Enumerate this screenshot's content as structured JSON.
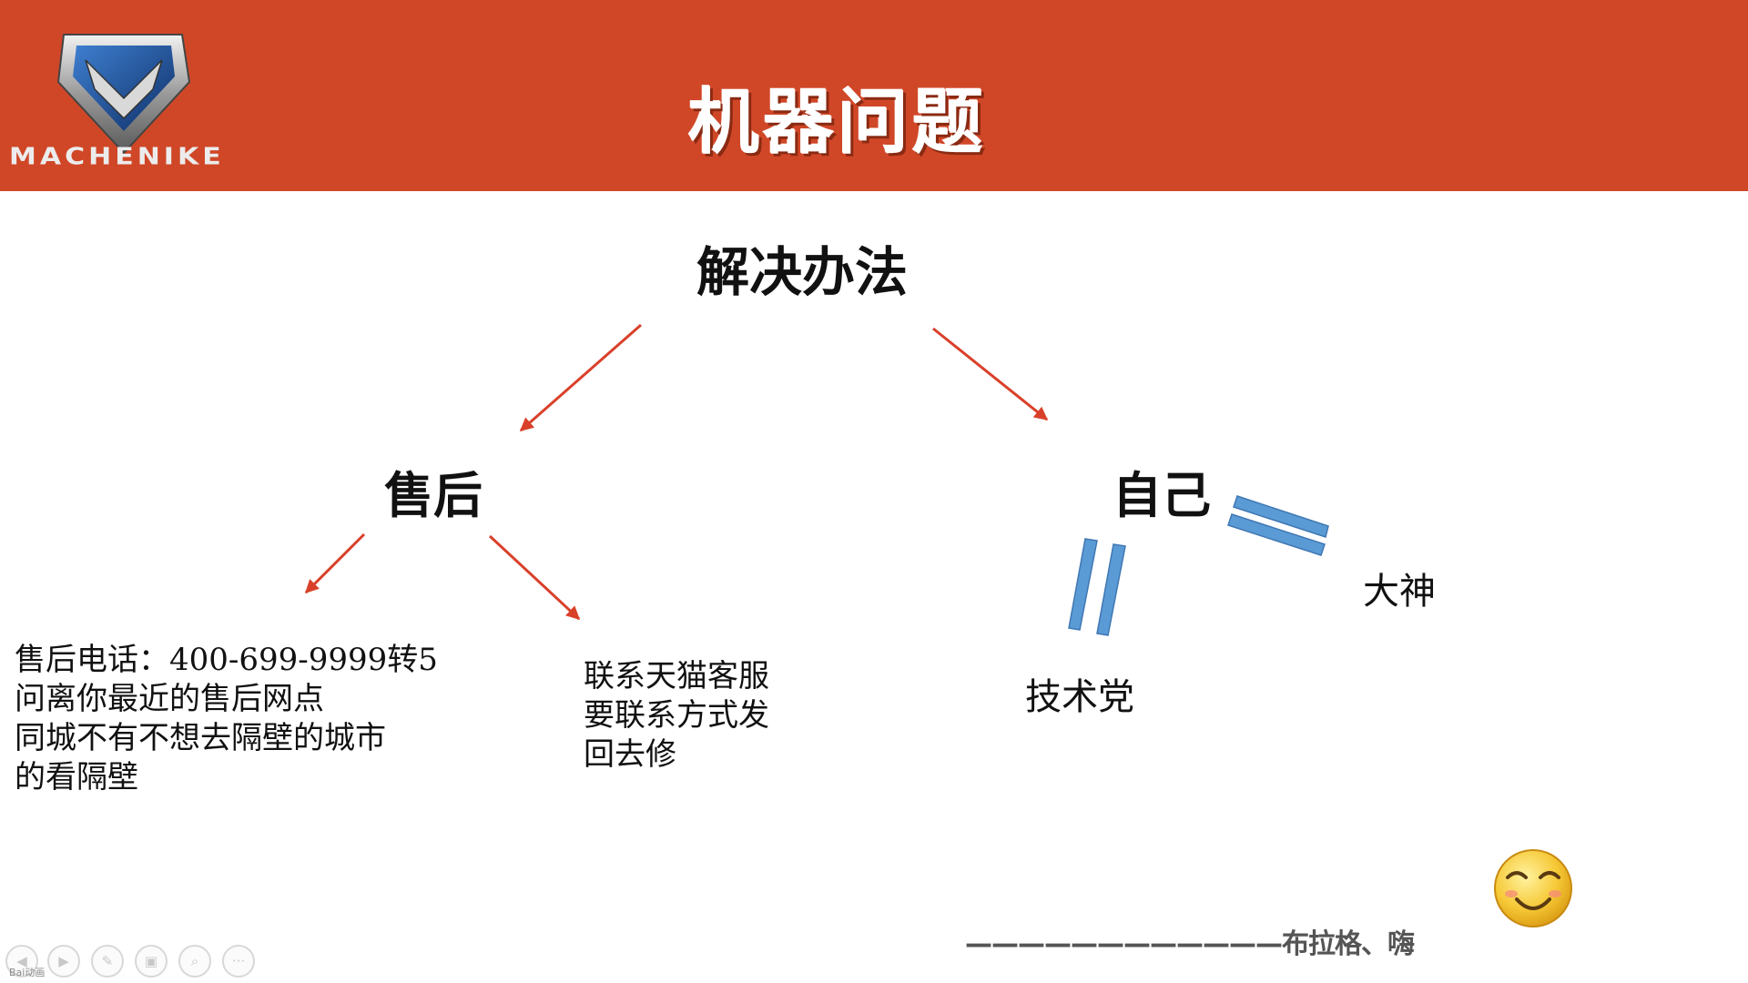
{
  "header": {
    "brand": "MACHENIKE",
    "title": "机器问题"
  },
  "diagram": {
    "root": "解决办法",
    "branch_after_sales": "售后",
    "branch_self": "自己",
    "leaf_god": "大神",
    "leaf_tech": "技术党",
    "after_sales_phone_lines": [
      "售后电话：400-699-9999转5",
      "问离你最近的售后网点",
      "同城不有不想去隔壁的城市",
      "的看隔壁"
    ],
    "tmall_lines": [
      "联系天猫客服",
      "要联系方式发",
      "回去修"
    ]
  },
  "signature": "————————————布拉格、嗨",
  "toolbar": {
    "label": "Bai动画"
  },
  "colors": {
    "header_bg": "#d04727",
    "arrow": "#d9402a",
    "equals_sign": "#5b9bd5"
  }
}
